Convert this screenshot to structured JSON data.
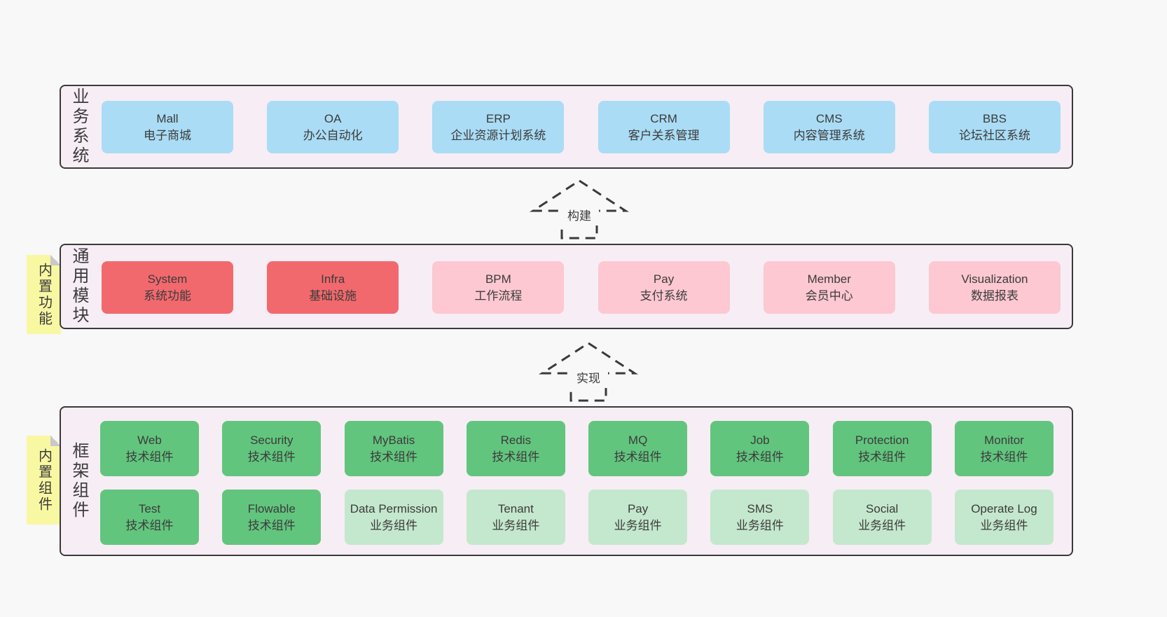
{
  "colors": {
    "page_bg": "#f8f8f8",
    "band_bg": "#f7edf5",
    "line": "#3a3a3a",
    "text": "#3b3b3b",
    "blue": "#aadcf5",
    "red": "#f2696d",
    "pink": "#fdc8d1",
    "green_dark": "#62c57e",
    "green_light": "#c4e8cd",
    "note": "#f9f8a2",
    "note_fold": "#c9c9c9"
  },
  "bands": [
    {
      "id": "business-systems",
      "label": "业务系统",
      "rows": [
        [
          {
            "title": "Mall",
            "subtitle": "电子商城",
            "variant": "blue"
          },
          {
            "title": "OA",
            "subtitle": "办公自动化",
            "variant": "blue"
          },
          {
            "title": "ERP",
            "subtitle": "企业资源计划系统",
            "variant": "blue"
          },
          {
            "title": "CRM",
            "subtitle": "客户关系管理",
            "variant": "blue"
          },
          {
            "title": "CMS",
            "subtitle": "内容管理系统",
            "variant": "blue"
          },
          {
            "title": "BBS",
            "subtitle": "论坛社区系统",
            "variant": "blue"
          }
        ]
      ]
    },
    {
      "id": "common-modules",
      "label": "通用模块",
      "rows": [
        [
          {
            "title": "System",
            "subtitle": "系统功能",
            "variant": "red"
          },
          {
            "title": "Infra",
            "subtitle": "基础设施",
            "variant": "red"
          },
          {
            "title": "BPM",
            "subtitle": "工作流程",
            "variant": "pink"
          },
          {
            "title": "Pay",
            "subtitle": "支付系统",
            "variant": "pink"
          },
          {
            "title": "Member",
            "subtitle": "会员中心",
            "variant": "pink"
          },
          {
            "title": "Visualization",
            "subtitle": "数据报表",
            "variant": "pink"
          }
        ]
      ]
    },
    {
      "id": "framework-components",
      "label": "框架组件",
      "rows": [
        [
          {
            "title": "Web",
            "subtitle": "技术组件",
            "variant": "green-dark"
          },
          {
            "title": "Security",
            "subtitle": "技术组件",
            "variant": "green-dark"
          },
          {
            "title": "MyBatis",
            "subtitle": "技术组件",
            "variant": "green-dark"
          },
          {
            "title": "Redis",
            "subtitle": "技术组件",
            "variant": "green-dark"
          },
          {
            "title": "MQ",
            "subtitle": "技术组件",
            "variant": "green-dark"
          },
          {
            "title": "Job",
            "subtitle": "技术组件",
            "variant": "green-dark"
          },
          {
            "title": "Protection",
            "subtitle": "技术组件",
            "variant": "green-dark"
          },
          {
            "title": "Monitor",
            "subtitle": "技术组件",
            "variant": "green-dark"
          }
        ],
        [
          {
            "title": "Test",
            "subtitle": "技术组件",
            "variant": "green-dark"
          },
          {
            "title": "Flowable",
            "subtitle": "技术组件",
            "variant": "green-dark"
          },
          {
            "title": "Data Permission",
            "subtitle": "业务组件",
            "variant": "green-light"
          },
          {
            "title": "Tenant",
            "subtitle": "业务组件",
            "variant": "green-light"
          },
          {
            "title": "Pay",
            "subtitle": "业务组件",
            "variant": "green-light"
          },
          {
            "title": "SMS",
            "subtitle": "业务组件",
            "variant": "green-light"
          },
          {
            "title": "Social",
            "subtitle": "业务组件",
            "variant": "green-light"
          },
          {
            "title": "Operate Log",
            "subtitle": "业务组件",
            "variant": "green-light"
          }
        ]
      ]
    }
  ],
  "arrows": [
    {
      "label": "构建"
    },
    {
      "label": "实现"
    }
  ],
  "notes": [
    {
      "label": "内置功能"
    },
    {
      "label": "内置组件"
    }
  ]
}
